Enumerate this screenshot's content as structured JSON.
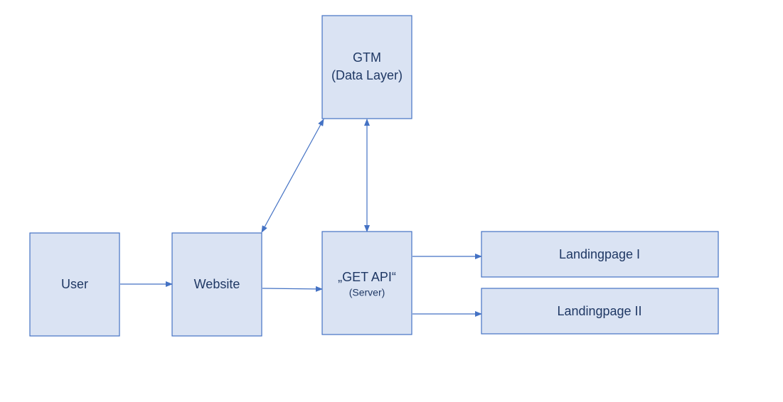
{
  "colors": {
    "box_fill": "#dae3f3",
    "box_stroke": "#4472c4",
    "text": "#1f3864",
    "arrow": "#4472c4"
  },
  "nodes": {
    "gtm": {
      "line1": "GTM",
      "line2": "(Data Layer)"
    },
    "user": {
      "line1": "User"
    },
    "website": {
      "line1": "Website"
    },
    "api": {
      "line1": "„GET API“",
      "line2": "(Server)"
    },
    "lp1": {
      "line1": "Landingpage I"
    },
    "lp2": {
      "line1": "Landingpage II"
    }
  },
  "edges": [
    {
      "from": "user",
      "to": "website",
      "direction": "forward"
    },
    {
      "from": "website",
      "to": "api",
      "direction": "forward"
    },
    {
      "from": "website",
      "to": "gtm",
      "direction": "both"
    },
    {
      "from": "gtm",
      "to": "api",
      "direction": "both"
    },
    {
      "from": "api",
      "to": "lp1",
      "direction": "forward"
    },
    {
      "from": "api",
      "to": "lp2",
      "direction": "forward"
    }
  ]
}
